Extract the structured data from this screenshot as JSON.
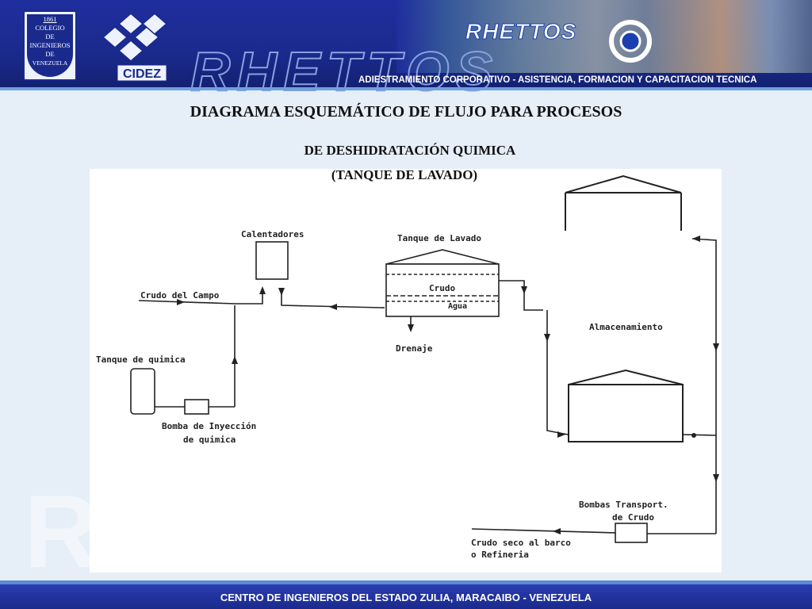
{
  "header": {
    "seal": {
      "year": "1861",
      "line1": "COLEGIO",
      "line2": "DE",
      "line3": "INGENIEROS",
      "line4": "DE",
      "line5": "VENEZUELA"
    },
    "cidez_label": "CIDEZ",
    "brand": "RHETTOS",
    "watermark": "RHETTOS",
    "tagline": "ADIESTRAMIENTO CORPORATIVO - ASISTENCIA, FORMACION  Y CAPACITACION TECNICA"
  },
  "titles": {
    "line1": "DIAGRAMA ESQUEMÁTICO DE FLUJO PARA PROCESOS",
    "line2": "DE DESHIDRATACIÓN QUIMICA",
    "line3": "(TANQUE DE LAVADO)"
  },
  "diagram": {
    "calentadores": "Calentadores",
    "tanque_lavado": "Tanque de Lavado",
    "crudo": "Crudo",
    "agua": "Agua",
    "crudo_campo": "Crudo del Campo",
    "drenaje": "Drenaje",
    "tanque_quimica": "Tanque de quimica",
    "bomba_line1": "Bomba de Inyección",
    "bomba_line2": "de quimica",
    "almacenamiento": "Almacenamiento",
    "bombas_transport_line1": "Bombas Transport.",
    "bombas_transport_line2": "de Crudo",
    "crudo_seco_line1": "Crudo seco al barco",
    "crudo_seco_line2": "o Refineria"
  },
  "footer": {
    "text": "CENTRO DE INGENIEROS DEL ESTADO ZULIA, MARACAIBO - VENEZUELA"
  }
}
